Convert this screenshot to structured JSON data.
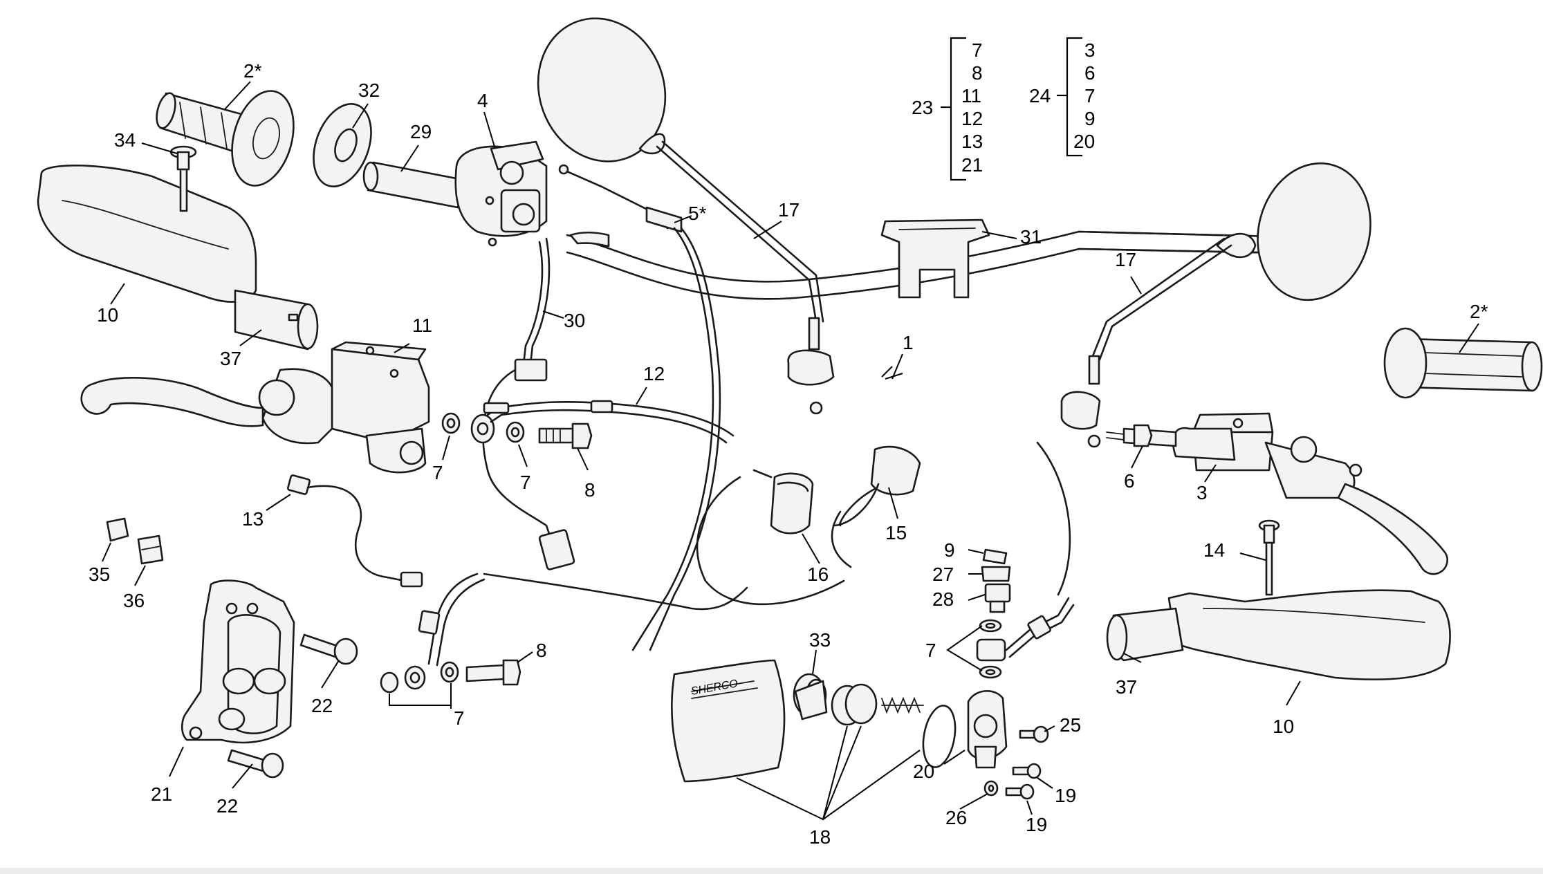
{
  "diagram": {
    "labels": {
      "c1": "1",
      "c2a": "2*",
      "c2b": "2*",
      "c3": "3",
      "c4": "4",
      "c5": "5*",
      "c6": "6",
      "c7a": "7",
      "c7b": "7",
      "c7c": "7",
      "c7d": "7",
      "c8a": "8",
      "c8b": "8",
      "c9": "9",
      "c10a": "10",
      "c10b": "10",
      "c11": "11",
      "c12": "12",
      "c13": "13",
      "c14": "14",
      "c15": "15",
      "c16": "16",
      "c17a": "17",
      "c17b": "17",
      "c18": "18",
      "c19a": "19",
      "c19b": "19",
      "c20": "20",
      "c21": "21",
      "c22a": "22",
      "c22b": "22",
      "c25": "25",
      "c26": "26",
      "c27": "27",
      "c28": "28",
      "c29": "29",
      "c30": "30",
      "c31": "31",
      "c32": "32",
      "c33": "33",
      "c34": "34",
      "c35": "35",
      "c36": "36",
      "c37a": "37",
      "c37b": "37"
    },
    "kit23": {
      "label": "23",
      "items": [
        "7",
        "8",
        "11",
        "12",
        "13",
        "21"
      ]
    },
    "kit24": {
      "label": "24",
      "items": [
        "3",
        "6",
        "7",
        "9",
        "20"
      ]
    },
    "brand_mark": "SHERCO"
  }
}
